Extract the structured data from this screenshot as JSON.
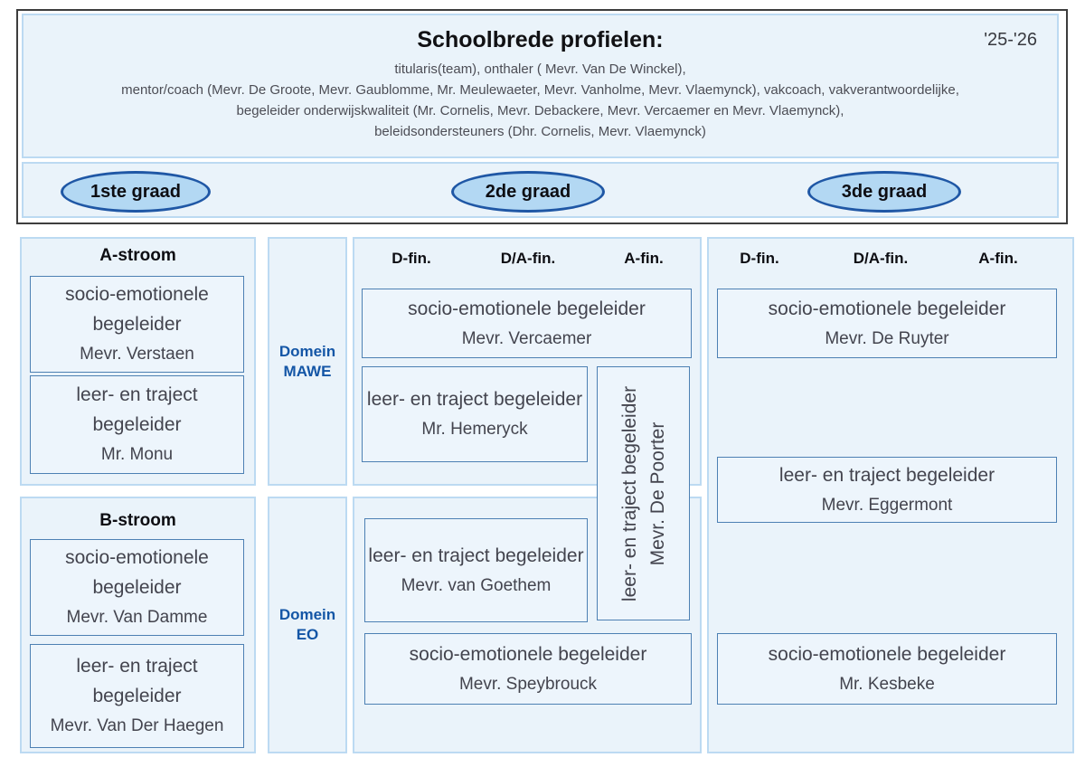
{
  "meta": {
    "year": "'25-'26"
  },
  "header": {
    "title": "Schoolbrede profielen:",
    "subtitle_lines": [
      "titularis(team), onthaler ( Mevr. Van De Winckel),",
      "mentor/coach (Mevr. De Groote, Mevr. Gaublomme, Mr. Meulewaeter, Mevr. Vanholme, Mevr. Vlaemynck), vakcoach, vakverantwoordelijke,",
      "begeleider onderwijskwaliteit (Mr. Cornelis, Mevr. Debackere, Mevr. Vercaemer en Mevr. Vlaemynck),",
      "beleidsondersteuners (Dhr. Cornelis, Mevr. Vlaemynck)"
    ]
  },
  "grades": [
    "1ste graad",
    "2de graad",
    "3de graad"
  ],
  "domains": [
    {
      "label_line1": "Domein",
      "label_line2": "MAWE"
    },
    {
      "label_line1": "Domein",
      "label_line2": "EO"
    }
  ],
  "streams": {
    "a": {
      "title": "A-stroom",
      "socio": {
        "role": "socio-emotionele begeleider",
        "name": "Mevr. Verstaen"
      },
      "leer": {
        "role": "leer- en traject begeleider",
        "name": "Mr. Monu"
      }
    },
    "b": {
      "title": "B-stroom",
      "socio": {
        "role": "socio-emotionele begeleider",
        "name": "Mevr. Van Damme"
      },
      "leer": {
        "role": "leer- en traject begeleider",
        "name": "Mevr. Van Der Haegen"
      }
    }
  },
  "grade2": {
    "finaliteiten": [
      "D-fin.",
      "D/A-fin.",
      "A-fin."
    ],
    "mawe_socio": {
      "role": "socio-emotionele begeleider",
      "name": "Mevr. Vercaemer"
    },
    "mawe_leer": {
      "role": "leer- en traject begeleider",
      "name": "Mr. Hemeryck"
    },
    "shared_leer": {
      "role": "leer- en traject begeleider",
      "name": "Mevr. De Poorter"
    },
    "eo_leer": {
      "role": "leer- en traject begeleider",
      "name": "Mevr. van Goethem"
    },
    "eo_socio": {
      "role": "socio-emotionele begeleider",
      "name": "Mevr. Speybrouck"
    }
  },
  "grade3": {
    "finaliteiten": [
      "D-fin.",
      "D/A-fin.",
      "A-fin."
    ],
    "socio_top": {
      "role": "socio-emotionele begeleider",
      "name": "Mevr. De Ruyter"
    },
    "leer": {
      "role": "leer- en traject begeleider",
      "name": "Mevr. Eggermont"
    },
    "socio_bottom": {
      "role": "socio-emotionele begeleider",
      "name": "Mr. Kesbeke"
    }
  },
  "colors": {
    "panel_fill": "#eaf3fa",
    "panel_border": "#bcdaf2",
    "box_fill": "#edf5fc",
    "box_border": "#4d80b3",
    "oval_fill": "#b3d8f3",
    "oval_border": "#1f57a5",
    "domain_text": "#1456a6",
    "header_border": "#3d3d3d",
    "role_text": "#43444e"
  }
}
